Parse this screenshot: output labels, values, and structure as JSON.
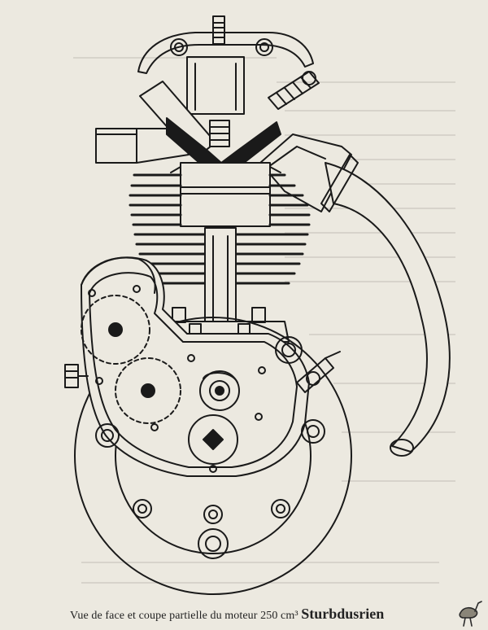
{
  "caption": {
    "text": "Vue de face et coupe partielle du moteur 250 cm³",
    "brand": "Sturbdusrien"
  },
  "watermark": {
    "icon": "emu-icon",
    "label": "Emu"
  },
  "colors": {
    "paper": "#ece9e0",
    "ink": "#1a1a1a"
  }
}
